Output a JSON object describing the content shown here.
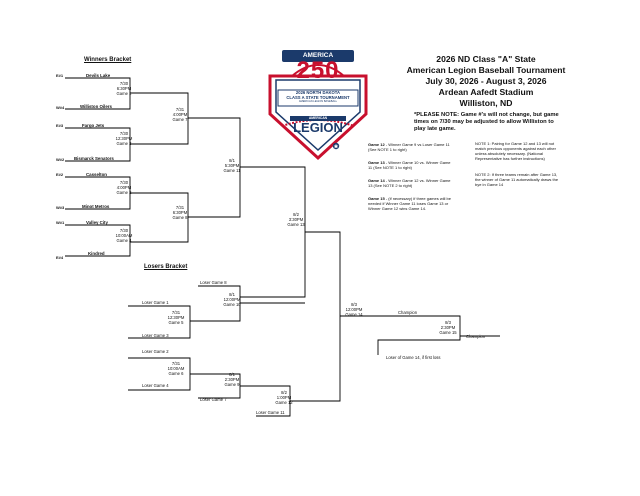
{
  "title": {
    "line1": "2026 ND Class \"A\" State",
    "line2": "American Legion Baseball Tournament",
    "line3": "July 30, 2026 - August 3, 2026",
    "line4": "Ardean Aafedt Stadium",
    "line5": "Williston, ND"
  },
  "please_note": "*PLEASE NOTE: Game #'s will not change, but game times on 7/30 may be adjusted to allow Williston to play late game.",
  "logo": {
    "top": "AMERICA",
    "year": "250",
    "banner1": "2026 NORTH DAKOTA",
    "banner2": "CLASS A STATE TOURNAMENT",
    "banner3": "AMERICAN LEGION BASEBALL",
    "label": "AMERICAN",
    "brand": "LEGION"
  },
  "headers": {
    "winners": "Winners Bracket",
    "losers": "Losers Bracket"
  },
  "winners": {
    "teams": [
      {
        "seed": "E#1",
        "name": "Devils Lake"
      },
      {
        "seed": "W#4",
        "name": "Williston Oilers"
      },
      {
        "seed": "E#3",
        "name": "Fargo Jets"
      },
      {
        "seed": "W#2",
        "name": "Bismarck Senators"
      },
      {
        "seed": "E#2",
        "name": "Casselton"
      },
      {
        "seed": "W#3",
        "name": "Minot Metros"
      },
      {
        "seed": "W#1",
        "name": "Valley City"
      },
      {
        "seed": "E#4",
        "name": "Kindred"
      }
    ],
    "round1": [
      {
        "date": "7/30",
        "time": "6:30PM",
        "game": "Game 1"
      },
      {
        "date": "7/30",
        "time": "12:30PM",
        "game": "Game 3"
      },
      {
        "date": "7/30",
        "time": "4:00PM",
        "game": "Game 2"
      },
      {
        "date": "7/30",
        "time": "10:00AM",
        "game": "Game 4"
      }
    ],
    "round2": [
      {
        "date": "7/31",
        "time": "4:00PM",
        "game": "Game 7"
      },
      {
        "date": "7/31",
        "time": "6:30PM",
        "game": "Game 8"
      }
    ],
    "round3": {
      "date": "8/1",
      "time": "5:30PM",
      "game": "Game 11"
    },
    "round4": {
      "date": "8/2",
      "time": "3:30PM",
      "game": "Game 13"
    }
  },
  "losers": {
    "entries": {
      "lg8": "Loser Game 8",
      "lg1": "Loser Game 1",
      "lg3": "Loser Game 3",
      "lg2": "Loser Game 2",
      "lg4": "Loser Game 4",
      "lg7": "Loser Game 7",
      "lg11": "Loser Game 11"
    },
    "g5": {
      "date": "7/31",
      "time": "12:30PM",
      "game": "Game 5"
    },
    "g6": {
      "date": "7/31",
      "time": "10:00AM",
      "game": "Game 6"
    },
    "g10": {
      "date": "8/1",
      "time": "12:00PM",
      "game": "Game 10"
    },
    "g9": {
      "date": "8/1",
      "time": "2:30PM",
      "game": "Game 9"
    },
    "g12": {
      "date": "8/2",
      "time": "1:00PM",
      "game": "Game 12"
    }
  },
  "finals": {
    "g14": {
      "date": "8/3",
      "time": "12:00PM",
      "game": "Game 14"
    },
    "g15": {
      "date": "8/3",
      "time": "2:30PM",
      "game": "Game 15"
    },
    "champion_slot": "Champion",
    "champion_final": "Champion",
    "loser_note": "Loser of Game 14, if first loss"
  },
  "game_notes": [
    {
      "label": "Game 12",
      "text": "- Winner Game 9 vs Loser Game 11 (See NOTE 1 to right)"
    },
    {
      "label": "Game 13",
      "text": "- Winner Game 10 vs. Winner Game 11 (See NOTE 1 to right)"
    },
    {
      "label": "Game 14",
      "text": "- Winner Game 12 vs. Winner Game 13 (See NOTE 2 to right)"
    },
    {
      "label": "Game 15",
      "text": "- (if necessary) if three games will be needed if Winner Game 11 loses Game 13 or Winner Game 12 wins Game 14."
    }
  ],
  "side_notes": [
    "NOTE 1: Pairing for Game 12 and 13 will not match previous opponents against each other unless absolutely necessary. (National Representative has further instructions)",
    "NOTE 2: If three teams remain after Game 13, the winner of Game 11 automatically draws the bye in Game 14"
  ]
}
